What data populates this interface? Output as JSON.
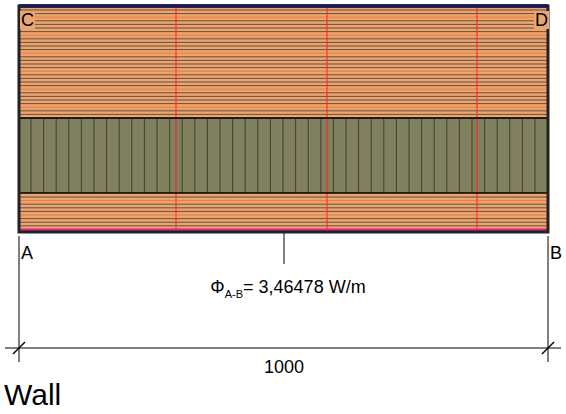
{
  "diagram": {
    "labels": [
      "C",
      "D",
      "A",
      "B",
      "Φ",
      "A-B",
      "= 3,46478 W/m",
      "1000",
      "Wall"
    ]
  }
}
